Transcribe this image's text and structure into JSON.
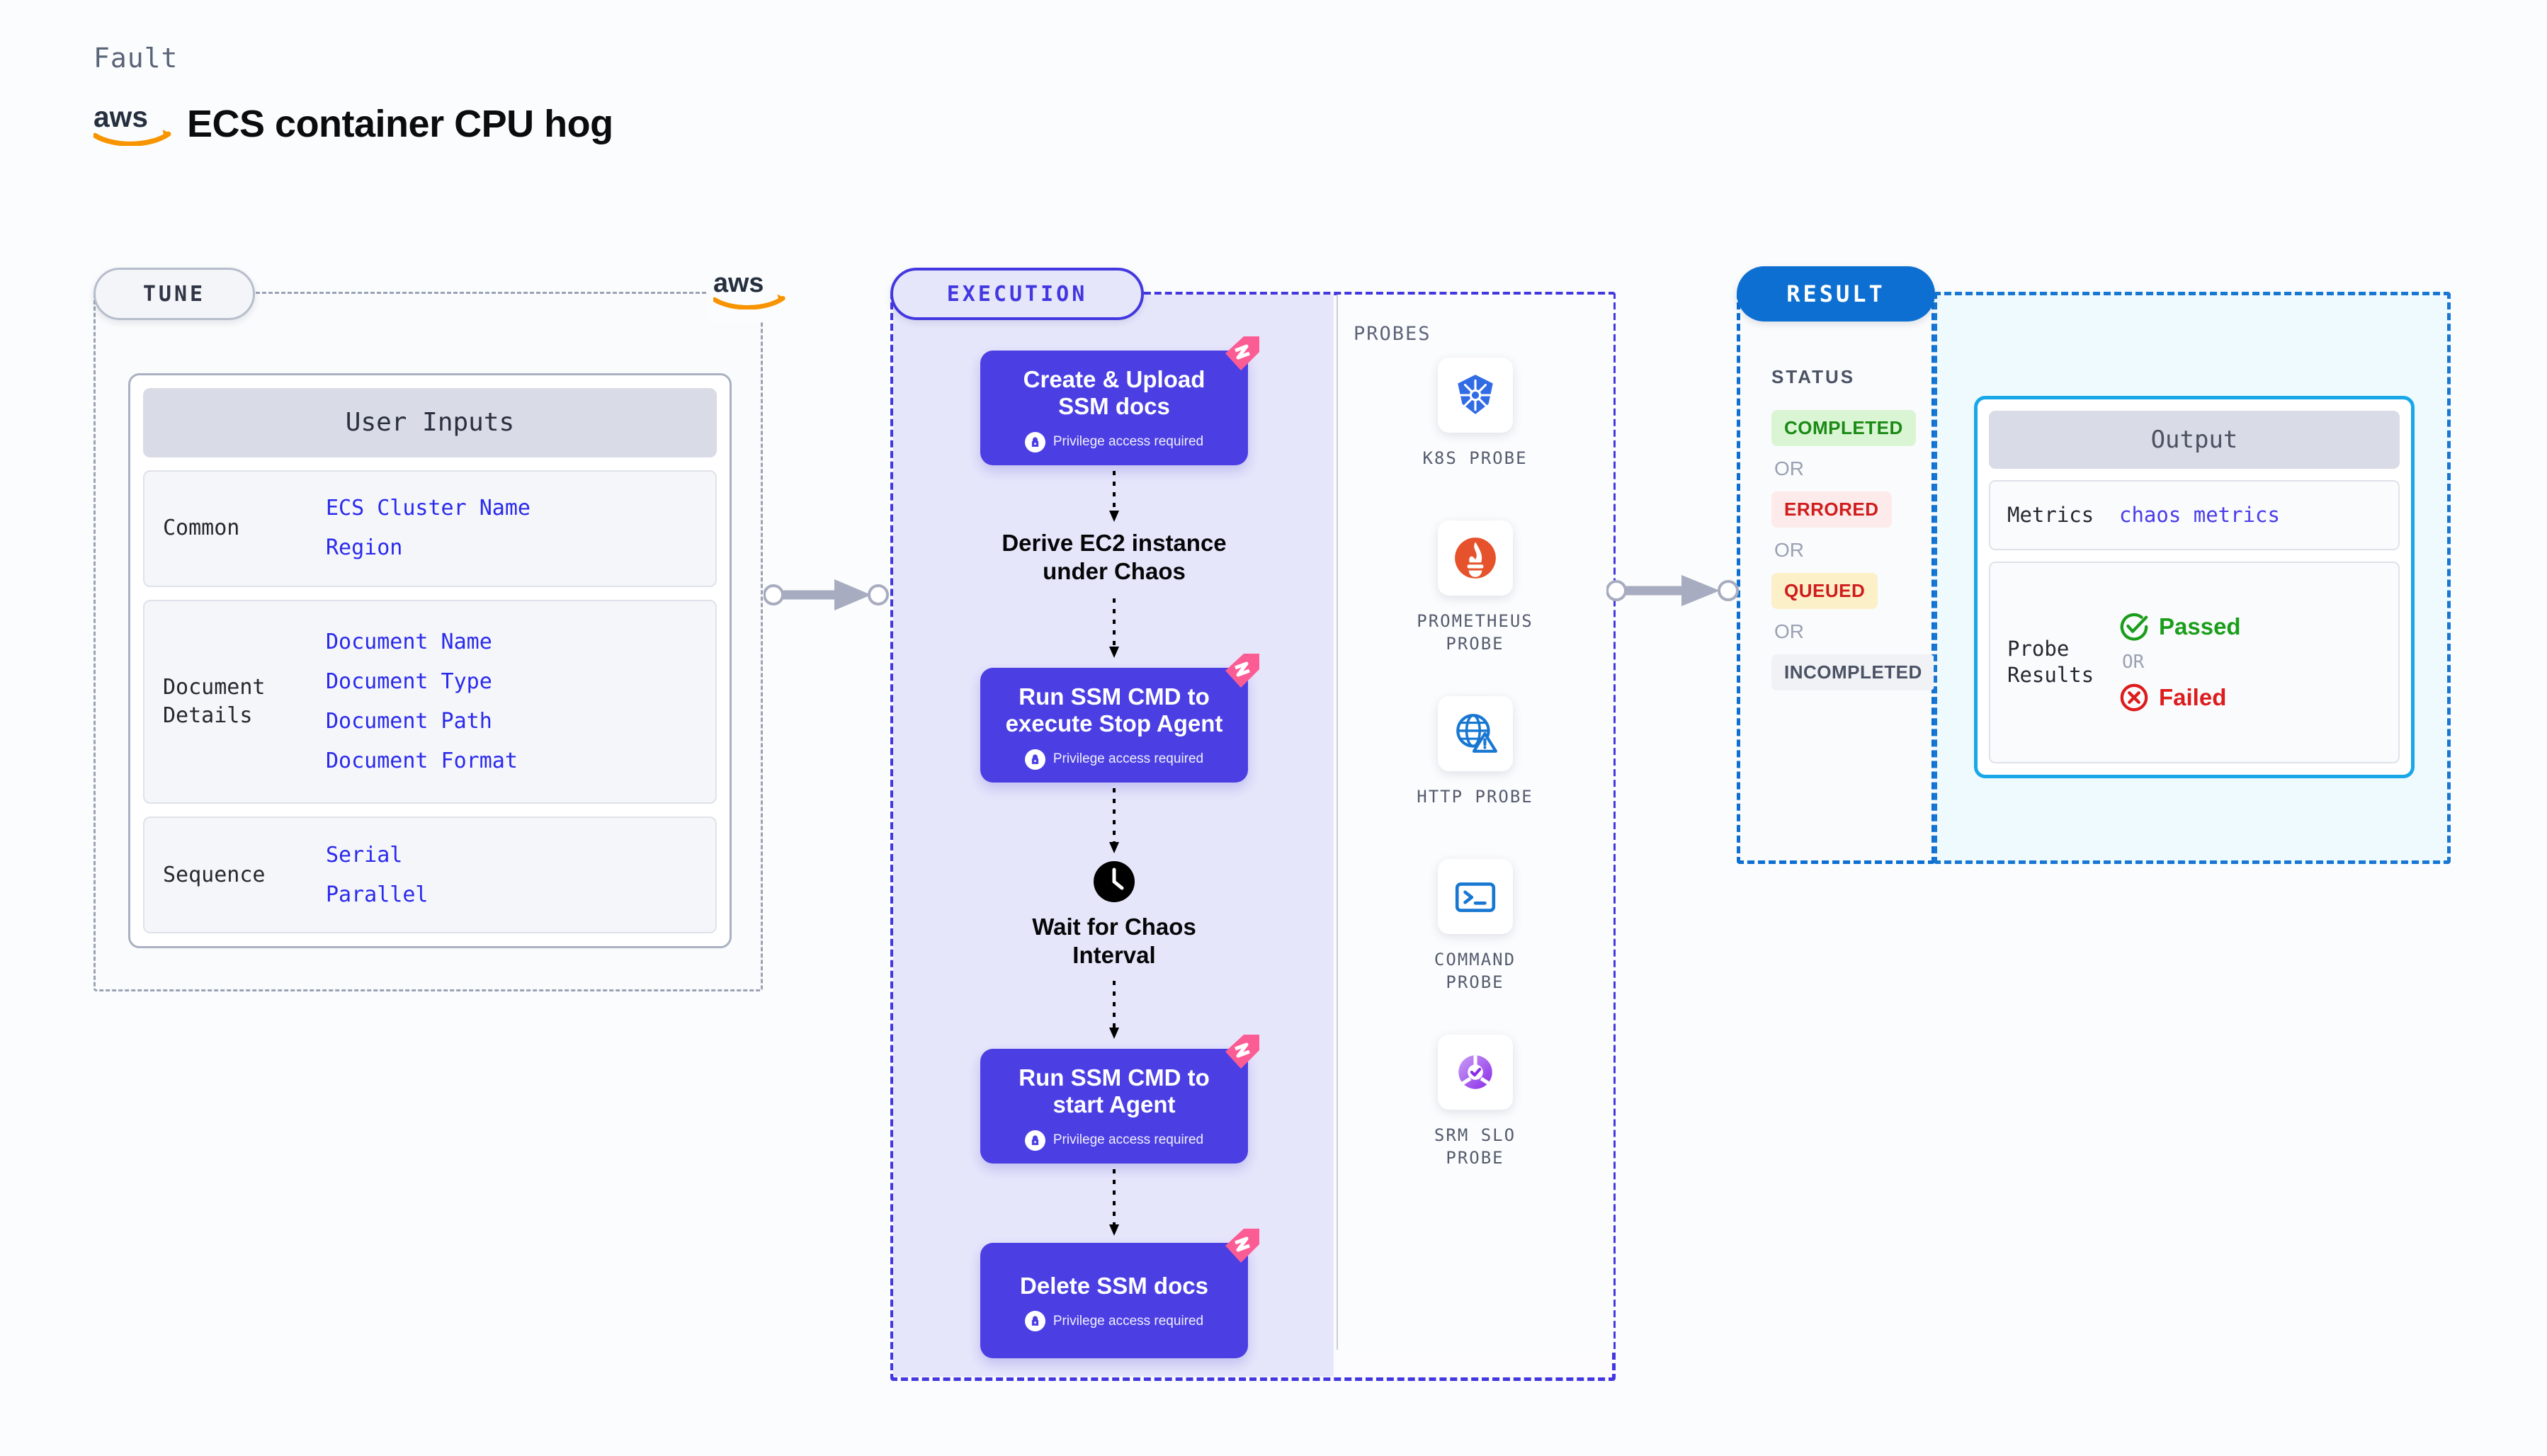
{
  "header": {
    "kicker": "Fault",
    "title": "ECS container CPU hog",
    "brand_icon": "aws-logo"
  },
  "tune": {
    "pill_label": "TUNE",
    "corner_brand_icon": "aws-logo",
    "card_title": "User Inputs",
    "groups": [
      {
        "label": "Common",
        "values": [
          "ECS Cluster Name",
          "Region"
        ]
      },
      {
        "label": "Document\nDetails",
        "label_line1": "Document",
        "label_line2": "Details",
        "values": [
          "Document Name",
          "Document Type",
          "Document Path",
          "Document Format"
        ]
      },
      {
        "label": "Sequence",
        "values": [
          "Serial",
          "Parallel"
        ]
      }
    ]
  },
  "execution": {
    "pill_label": "EXECUTION",
    "privilege_note": "Privilege access required",
    "steps": [
      {
        "type": "node",
        "title_line1": "Create & Upload",
        "title_line2": "SSM docs",
        "privileged": true,
        "flag": "chaos-flag-icon"
      },
      {
        "type": "text",
        "title_line1": "Derive EC2 instance",
        "title_line2": "under Chaos"
      },
      {
        "type": "node",
        "title_line1": "Run SSM CMD to",
        "title_line2": "execute Stop Agent",
        "privileged": true,
        "flag": "chaos-flag-icon"
      },
      {
        "type": "wait",
        "icon": "clock-icon",
        "title_line1": "Wait for Chaos",
        "title_line2": "Interval"
      },
      {
        "type": "node",
        "title_line1": "Run SSM CMD to",
        "title_line2": "start Agent",
        "privileged": true,
        "flag": "chaos-flag-icon"
      },
      {
        "type": "node",
        "title_line1": "Delete SSM docs",
        "title_line2": "",
        "privileged": true,
        "flag": "chaos-flag-icon"
      }
    ]
  },
  "probes": {
    "section_label": "PROBES",
    "items": [
      {
        "icon": "kubernetes-icon",
        "label_line1": "K8S PROBE",
        "label_line2": ""
      },
      {
        "icon": "prometheus-icon",
        "label_line1": "PROMETHEUS",
        "label_line2": "PROBE"
      },
      {
        "icon": "http-globe-icon",
        "label_line1": "HTTP PROBE",
        "label_line2": ""
      },
      {
        "icon": "terminal-icon",
        "label_line1": "COMMAND",
        "label_line2": "PROBE"
      },
      {
        "icon": "srm-slo-icon",
        "label_line1": "SRM SLO",
        "label_line2": "PROBE"
      }
    ]
  },
  "result": {
    "pill_label": "RESULT",
    "status_label": "STATUS",
    "or_label": "OR",
    "statuses": [
      {
        "label": "COMPLETED",
        "bg": "#d9f5d4",
        "fg": "#1a8a14"
      },
      {
        "label": "ERRORED",
        "bg": "#fdeaea",
        "fg": "#cf1c1c"
      },
      {
        "label": "QUEUED",
        "bg": "#fcf0c8",
        "fg": "#cf1c1c"
      },
      {
        "label": "INCOMPLETED",
        "bg": "#f1f2f6",
        "fg": "#4a5264"
      }
    ],
    "output": {
      "title": "Output",
      "metrics_label": "Metrics",
      "metrics_value": "chaos metrics",
      "probe_label_line1": "Probe",
      "probe_label_line2": "Results",
      "passed_label": "Passed",
      "failed_label": "Failed",
      "or_label": "OR",
      "passed_icon": "check-circle-icon",
      "failed_icon": "x-circle-icon"
    }
  },
  "colors": {
    "accent_violet": "#4338e0",
    "node_violet": "#4b3fe4",
    "result_blue": "#0d6fd1",
    "output_cyan": "#18a8e8",
    "aws_orange": "#f79400",
    "chaos_pink": "#fb5c93"
  }
}
